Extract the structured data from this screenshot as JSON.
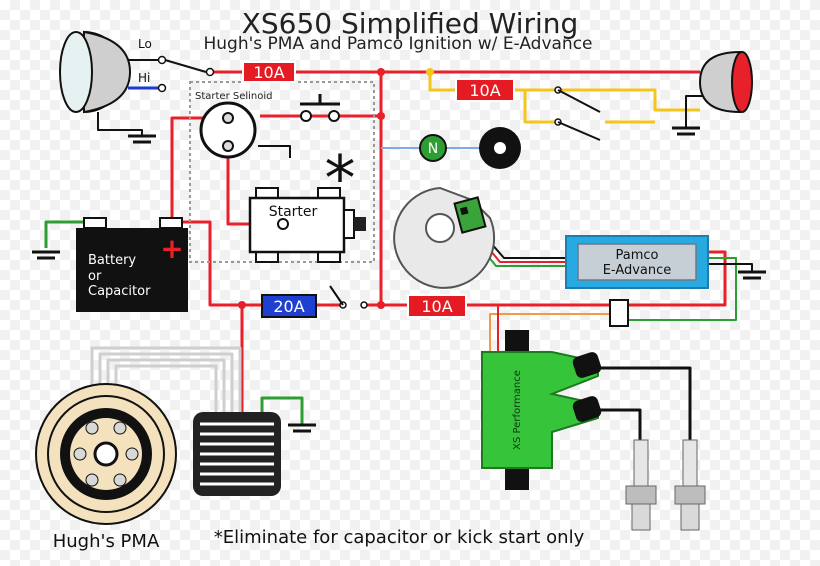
{
  "title": "XS650 Simplified Wiring",
  "subtitle": "Hugh's PMA and Pamco Ignition w/ E-Advance",
  "headlight": {
    "lo_label": "Lo",
    "hi_label": "Hi"
  },
  "fuses": {
    "headlight": "10A",
    "tail": "10A",
    "main": "20A",
    "ignition": "10A"
  },
  "starter_solenoid": {
    "label": "Starter Selinoid"
  },
  "starter": {
    "label": "Starter"
  },
  "asterisk": "*",
  "neutral_light": {
    "label": "N"
  },
  "battery": {
    "line1": "Battery",
    "line2": "or",
    "line3": "Capacitor",
    "plus": "+"
  },
  "pamco": {
    "line1": "Pamco",
    "line2": "E-Advance"
  },
  "coil": {
    "label": "XS Performance"
  },
  "pma": {
    "label": "Hugh's PMA"
  },
  "footnote": "*Eliminate for capacitor or kick start only",
  "colors": {
    "red": "#e8202a",
    "yellow": "#f4c51b",
    "blue": "#1d3bd1",
    "green": "#2e9e34",
    "black": "#111111",
    "coil_green": "#36c43a",
    "pamco_blue": "#27a9e1",
    "fuse_red": "#e51b24",
    "fuse_blue": "#1f3fd0"
  }
}
